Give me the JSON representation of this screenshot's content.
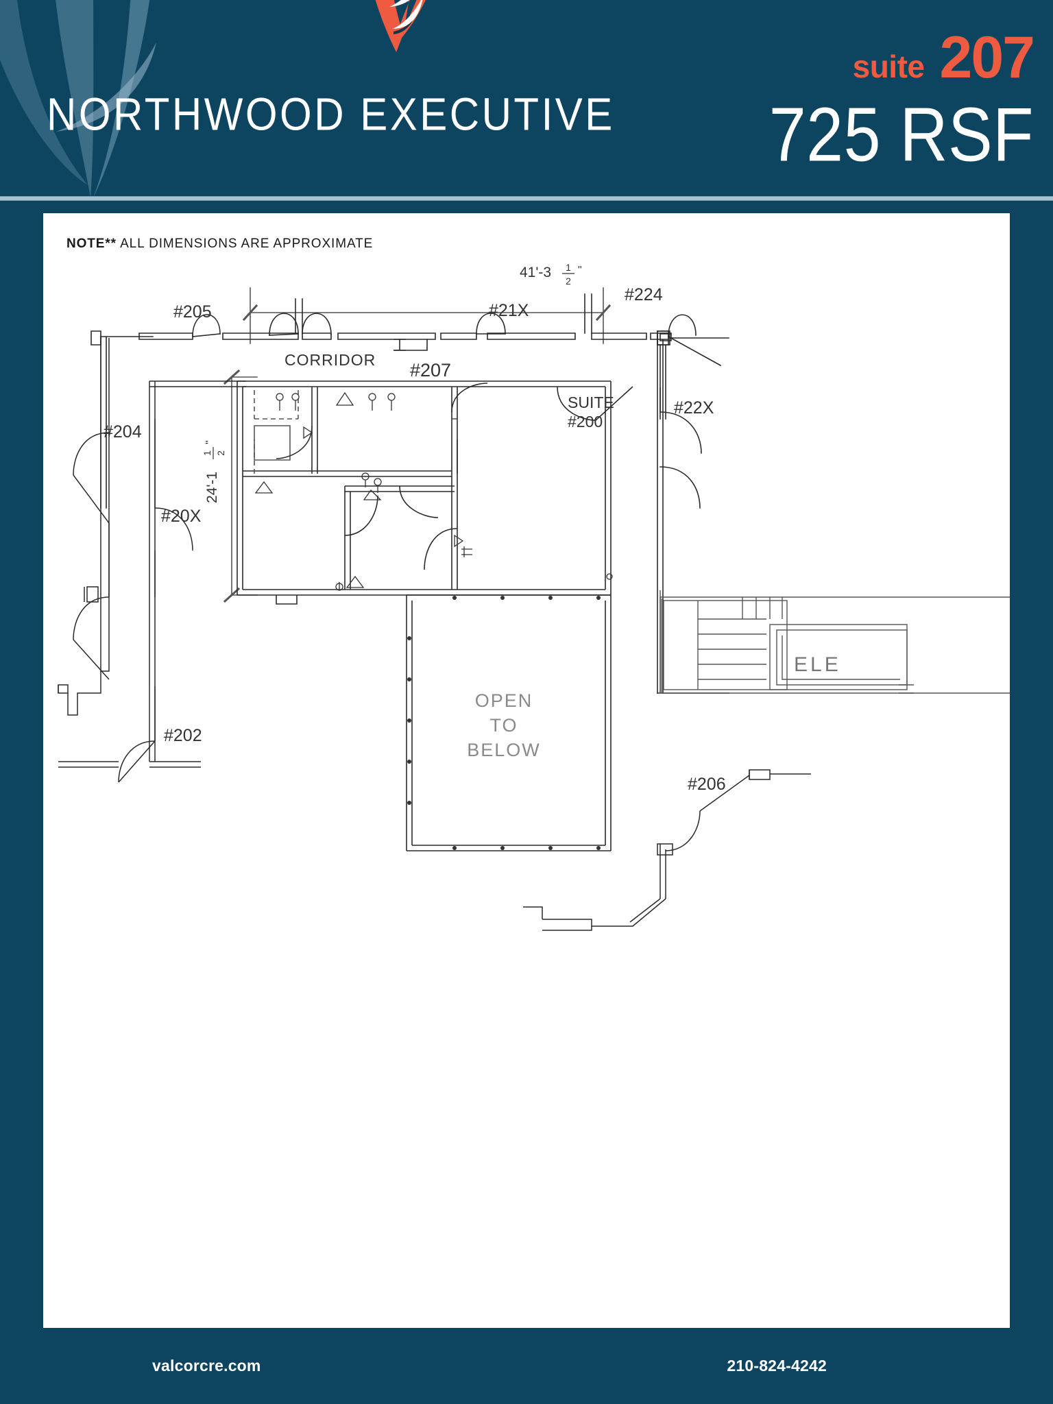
{
  "colors": {
    "navy": "#0d4560",
    "orange": "#ef5b40",
    "divider": "#a9c3d2",
    "panel": "#ffffff",
    "plan_line": "#222222",
    "plan_gray_text": "#8a8a8a"
  },
  "header": {
    "building_name": "NORTHWOOD EXECUTIVE",
    "suite_word": "suite",
    "suite_number": "207",
    "rsf": "725 RSF",
    "logo_icon": "valcor-swoosh-watermark-icon"
  },
  "plan": {
    "note_bold": "NOTE**",
    "note_rest": " ALL DIMENSIONS ARE APPROXIMATE",
    "dimensions": {
      "width_label": "41'-3",
      "width_frac_num": "1",
      "width_frac_den": "2",
      "width_unit": "\"",
      "height_label": "24'-1",
      "height_frac_num": "1",
      "height_frac_den": "2",
      "height_unit": "\""
    },
    "labels": {
      "suite_205": "#205",
      "suite_21x": "#21X",
      "suite_224": "#224",
      "suite_204": "#204",
      "suite_20x": "#20X",
      "suite_202": "#202",
      "suite_22x": "#22X",
      "suite_206": "#206",
      "corridor": "CORRIDOR",
      "suite_207": "#207",
      "suite_200_line1": "SUITE",
      "suite_200_line2": "#200",
      "open_line1": "OPEN",
      "open_line2": "TO",
      "open_line3": "BELOW",
      "elevator": "ELE"
    }
  },
  "footer": {
    "website": "valcorcre.com",
    "phone": "210-824-4242",
    "logo_icon": "valcor-swoosh-logo-icon"
  }
}
